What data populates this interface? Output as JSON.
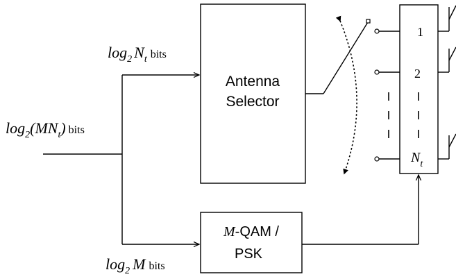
{
  "input": {
    "pre": "log",
    "sub": "2",
    "paren": "(MN",
    "t_sub": "t",
    "close": ")",
    "unit": "bits"
  },
  "upper_branch": {
    "pre": "log",
    "sub": "2",
    "var": "N",
    "t_sub": "t",
    "unit": "bits"
  },
  "lower_branch": {
    "pre": "log",
    "sub": "2",
    "var": "M",
    "unit": "bits"
  },
  "antenna_selector": {
    "line1": "Antenna",
    "line2": "Selector"
  },
  "modulator": {
    "line1_var": "M",
    "line1_rest": "-QAM /",
    "line2": "PSK"
  },
  "antenna_bank": {
    "port1": "1",
    "port2": "2",
    "portN": "N",
    "portN_sub": "t"
  }
}
